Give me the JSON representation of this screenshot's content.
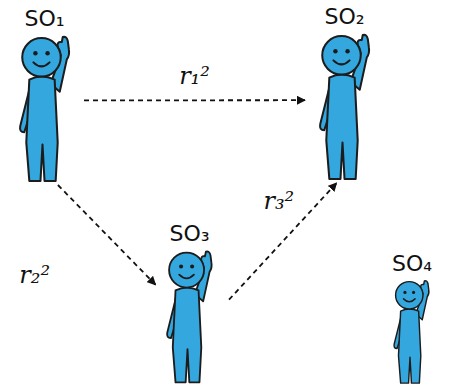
{
  "diagram": {
    "nodes": [
      {
        "text": [
          "SO₁"
        ]
      },
      {
        "text": [
          "SO₂"
        ]
      },
      {
        "text": [
          "SO₃"
        ]
      },
      {
        "text": [
          "SO₄"
        ]
      }
    ],
    "edges": [
      {
        "from": 0,
        "to": 1,
        "arrow": "to",
        "label": "r₁²"
      },
      {
        "from": 0,
        "to": 2,
        "arrow": "to",
        "label": "r₂²"
      },
      {
        "from": 2,
        "to": 1,
        "arrow": "to",
        "label": "r₃²"
      }
    ]
  }
}
